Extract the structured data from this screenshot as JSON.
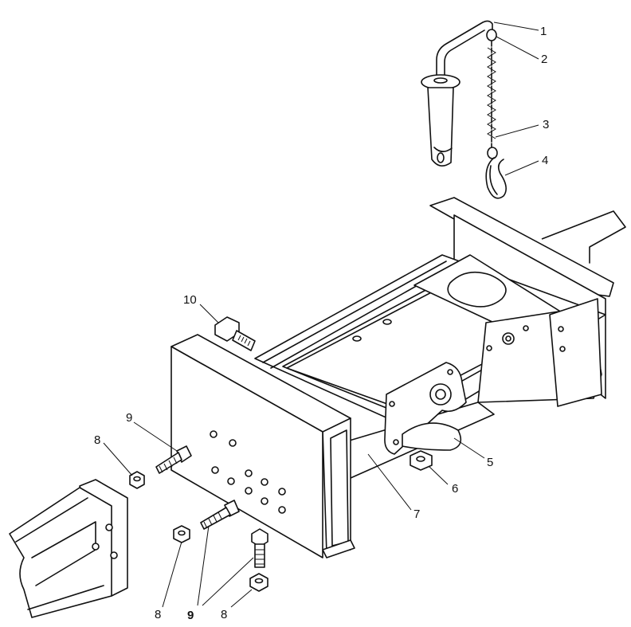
{
  "diagram": {
    "callouts": [
      {
        "id": "c1",
        "text": "1"
      },
      {
        "id": "c2",
        "text": "2"
      },
      {
        "id": "c3",
        "text": "3"
      },
      {
        "id": "c4",
        "text": "4"
      },
      {
        "id": "c5",
        "text": "5"
      },
      {
        "id": "c6",
        "text": "6"
      },
      {
        "id": "c7",
        "text": "7"
      },
      {
        "id": "c8a",
        "text": "8"
      },
      {
        "id": "c8b",
        "text": "8"
      },
      {
        "id": "c8c",
        "text": "8"
      },
      {
        "id": "c9a",
        "text": "9"
      },
      {
        "id": "c9b",
        "text": "9"
      },
      {
        "id": "c10",
        "text": "10"
      }
    ]
  }
}
